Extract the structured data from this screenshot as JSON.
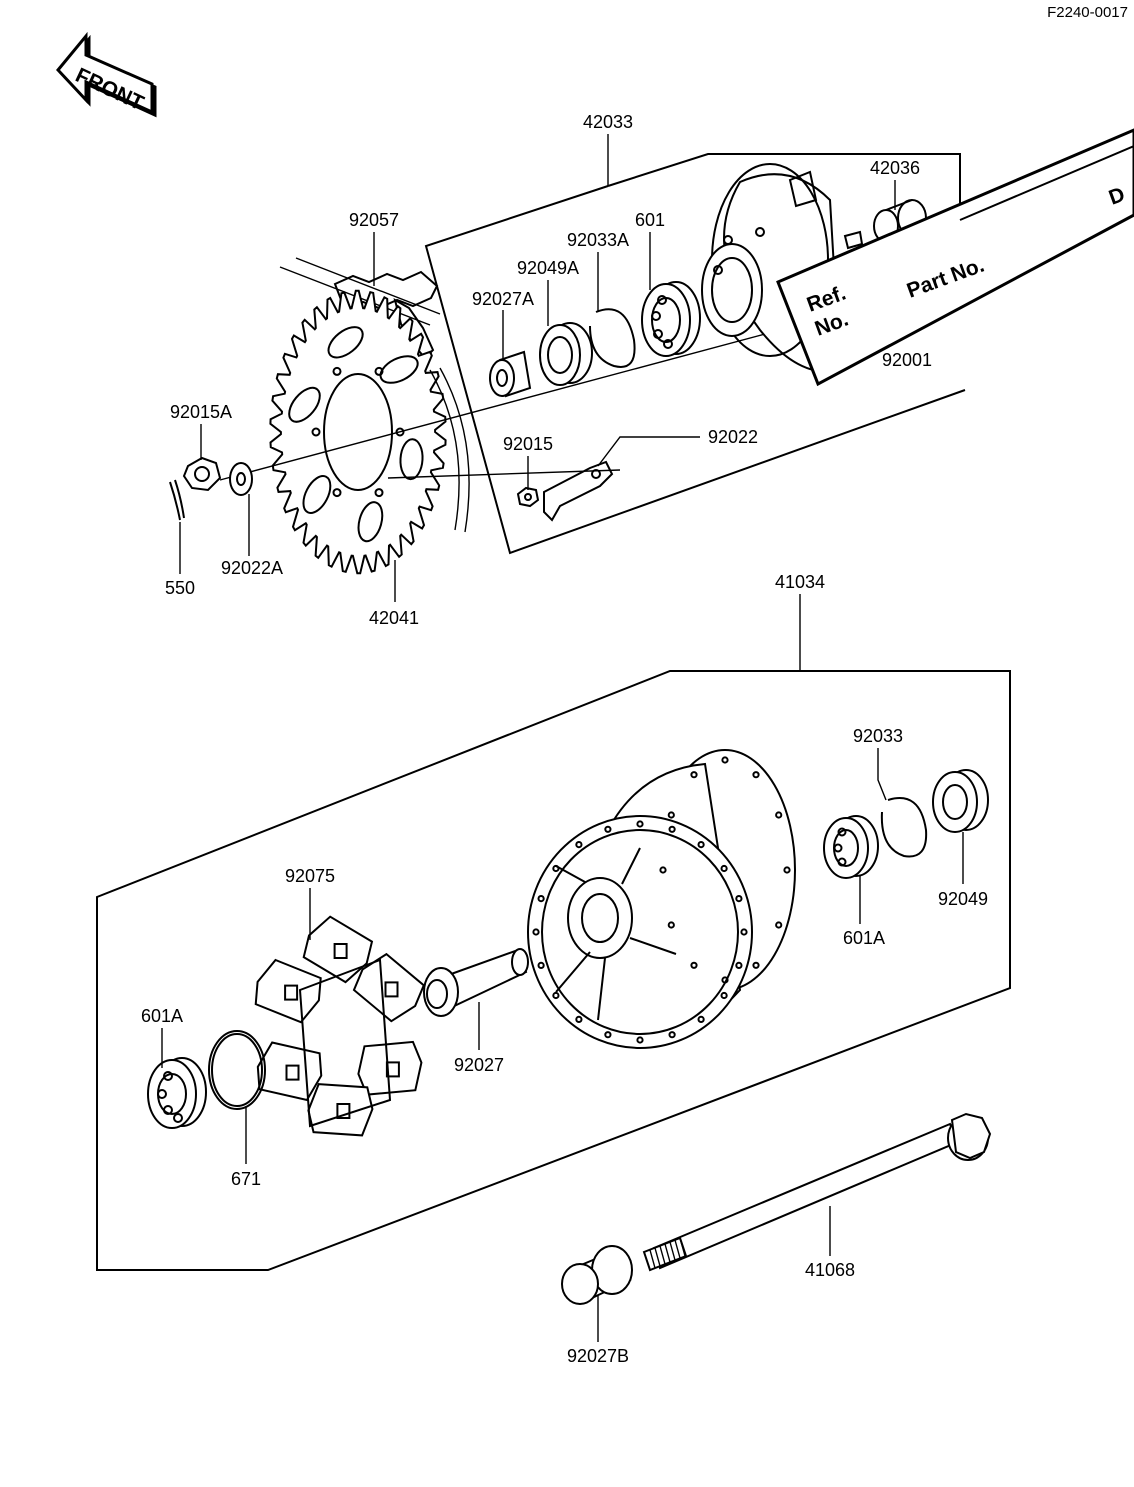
{
  "figure_code": "F2240-0017",
  "front_label": "FRONT",
  "legend": {
    "ref_line1": "Ref.",
    "ref_line2": "No.",
    "part_no": "Part No.",
    "cut_letter": "D",
    "cut_number": "92001"
  },
  "callouts": {
    "c42033": "42033",
    "c42036": "42036",
    "c92057": "92057",
    "c601": "601",
    "c92033A": "92033A",
    "c92049A": "92049A",
    "c92027A": "92027A",
    "c92015A": "92015A",
    "c92015": "92015",
    "c92022": "92022",
    "c550": "550",
    "c92022A": "92022A",
    "c42041": "42041",
    "c41034": "41034",
    "c92033": "92033",
    "c92049": "92049",
    "c601A_right": "601A",
    "c92075": "92075",
    "c601A_left": "601A",
    "c92027": "92027",
    "c671": "671",
    "c41068": "41068",
    "c92027B": "92027B"
  }
}
